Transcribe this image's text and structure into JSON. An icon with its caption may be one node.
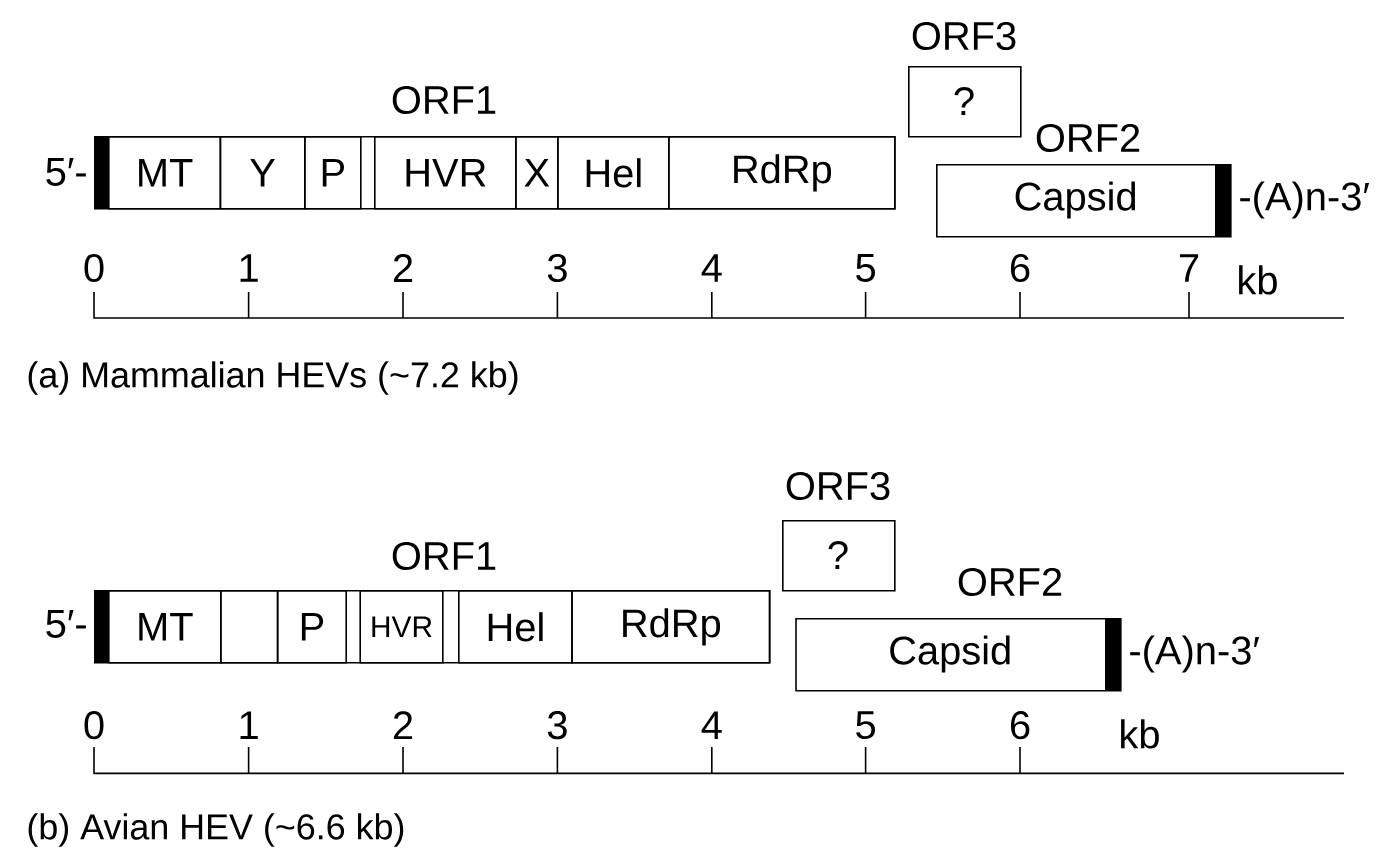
{
  "diagram": {
    "nodes": [
      {
        "text": [
          "ORF1"
        ],
        "beside": [
          "5′-"
        ]
      },
      {
        "text": [
          "MT"
        ],
        "in": 0
      },
      {
        "text": [
          "Y"
        ],
        "in": 0
      },
      {
        "text": [
          "P"
        ],
        "in": 0
      },
      {
        "text": [
          "HVR"
        ],
        "in": 0
      },
      {
        "text": [
          "X"
        ],
        "in": 0
      },
      {
        "text": [
          "Hel"
        ],
        "in": 0
      },
      {
        "text": [
          "RdRp"
        ],
        "in": 0
      },
      {
        "text": [
          "ORF3",
          "?"
        ]
      },
      {
        "text": [
          "ORF2",
          "Capsid"
        ],
        "beside": [
          "-(A)n-3′"
        ]
      },
      {
        "text": [
          "ORF1"
        ],
        "beside": [
          "5′-"
        ]
      },
      {
        "text": [
          "MT"
        ],
        "in": 10
      },
      {
        "text": [],
        "shape": "box",
        "in": 10
      },
      {
        "text": [
          "P"
        ],
        "in": 10
      },
      {
        "text": [
          "HVR"
        ],
        "in": 10
      },
      {
        "text": [
          "Hel"
        ],
        "in": 10
      },
      {
        "text": [
          "RdRp"
        ],
        "in": 10
      },
      {
        "text": [
          "ORF3",
          "?"
        ]
      },
      {
        "text": [
          "ORF2",
          "Capsid"
        ],
        "beside": [
          "-(A)n-3′"
        ]
      }
    ],
    "labels": [
      "0",
      "1",
      "2",
      "3",
      "4",
      "5",
      "6",
      "7",
      "kb",
      "(a) Mammalian HEVs (~7.2 kb)",
      "0",
      "1",
      "2",
      "3",
      "4",
      "5",
      "6",
      "kb",
      "(b) Avian HEV (~6.6 kb)"
    ]
  }
}
